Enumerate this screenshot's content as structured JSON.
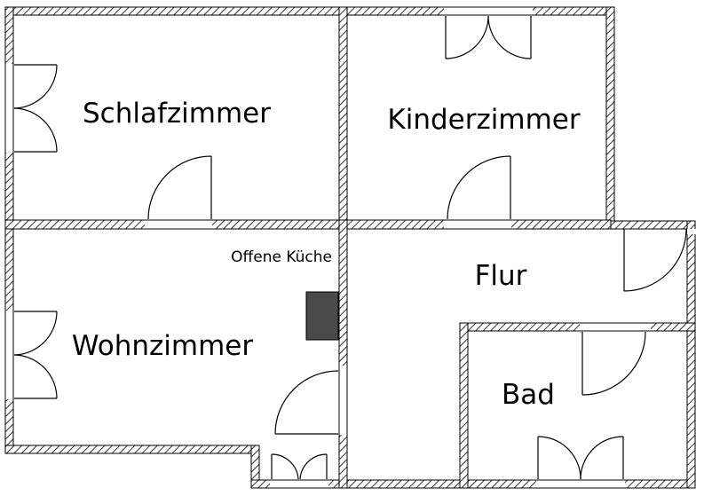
{
  "floorplan": {
    "rooms": {
      "schlafzimmer": "Schlafzimmer",
      "kinderzimmer": "Kinderzimmer",
      "wohnzimmer": "Wohnzimmer",
      "kueche": "Offene Küche",
      "flur": "Flur",
      "bad": "Bad"
    }
  },
  "colors": {
    "wall_hatch": "#000000",
    "stove": "#4a4a4a",
    "background": "#ffffff"
  }
}
